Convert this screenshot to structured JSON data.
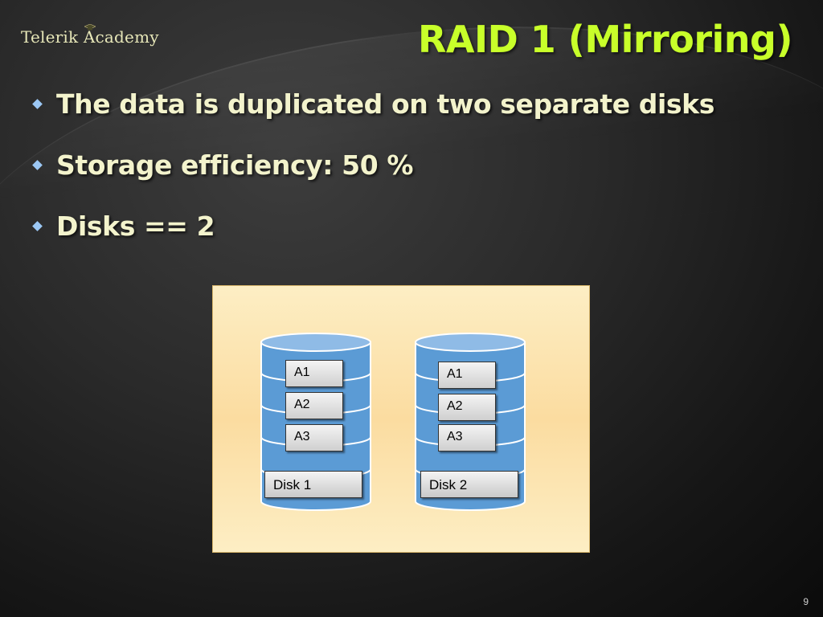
{
  "header": {
    "logo_text": "Telerik Academy"
  },
  "slide": {
    "title": "RAID 1 (Mirroring)",
    "bullets": [
      "The data is duplicated on two separate disks",
      "Storage efficiency: 50 %",
      "Disks == 2"
    ],
    "page_number": "9"
  },
  "diagram": {
    "disks": [
      {
        "label": "Disk 1",
        "blocks": [
          "A1",
          "A2",
          "A3"
        ]
      },
      {
        "label": "Disk 2",
        "blocks": [
          "A1",
          "A2",
          "A3"
        ]
      }
    ],
    "colors": {
      "disk_fill": "#5b9bd5",
      "disk_band": "#8fbbe6",
      "panel": "#fbdca0",
      "title": "#c8ff2a"
    }
  }
}
